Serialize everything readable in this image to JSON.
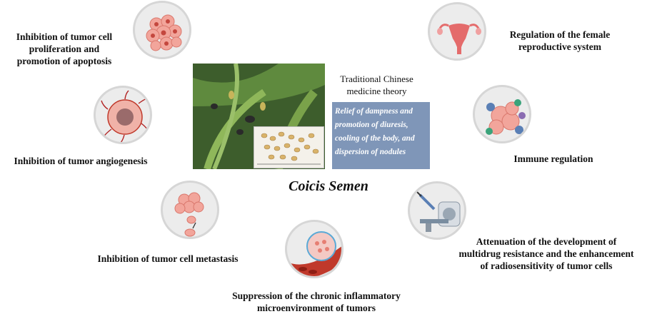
{
  "title": "Coicis Semen",
  "tcm": {
    "heading_line1": "Traditional Chinese",
    "heading_line2": "medicine theory",
    "box_lines": [
      "Relief of dampness and",
      "promotion of diuresis,",
      "cooling of the body, and",
      "dispersion of nodules"
    ]
  },
  "effects": {
    "proliferation": [
      "Inhibition of tumor cell",
      "proliferation and",
      "promotion of apoptosis"
    ],
    "angiogenesis": [
      "Inhibition of tumor angiogenesis"
    ],
    "metastasis": [
      "Inhibition of tumor cell metastasis"
    ],
    "inflammatory": [
      "Suppression of the chronic inflammatory",
      "microenvironment of tumors"
    ],
    "reproductive": [
      "Regulation of the female",
      "reproductive system"
    ],
    "immune": [
      "Immune regulation"
    ],
    "resistance": [
      "Attenuation of the development of",
      "multidrug resistance and the enhancement",
      "of radiosensitivity of tumor cells"
    ]
  },
  "icons": [
    "tumor-cells-icon",
    "angiogenesis-icon",
    "metastasis-icon",
    "blood-vessel-icon",
    "uterus-icon",
    "immune-cells-icon",
    "radiotherapy-machine-icon"
  ]
}
